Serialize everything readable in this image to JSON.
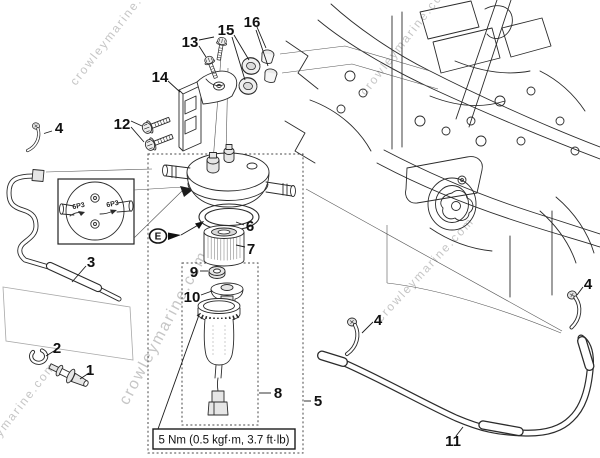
{
  "watermark": {
    "text": "crowleymarine.com",
    "color": "#c6c6c6"
  },
  "note": {
    "torque": "5 Nm (0.5 kgf·m, 3.7 ft·lb)"
  },
  "markers": {
    "detail": "E"
  },
  "inset": {
    "left_marking": "6P3",
    "right_marking": "6P3"
  },
  "callouts": {
    "1": "1",
    "2": "2",
    "3": "3",
    "4a": "4",
    "4b": "4",
    "4c": "4",
    "5": "5",
    "6": "6",
    "7": "7",
    "8": "8",
    "9": "9",
    "10": "10",
    "11": "11",
    "12": "12",
    "13": "13",
    "14": "14",
    "15": "15",
    "16": "16"
  }
}
